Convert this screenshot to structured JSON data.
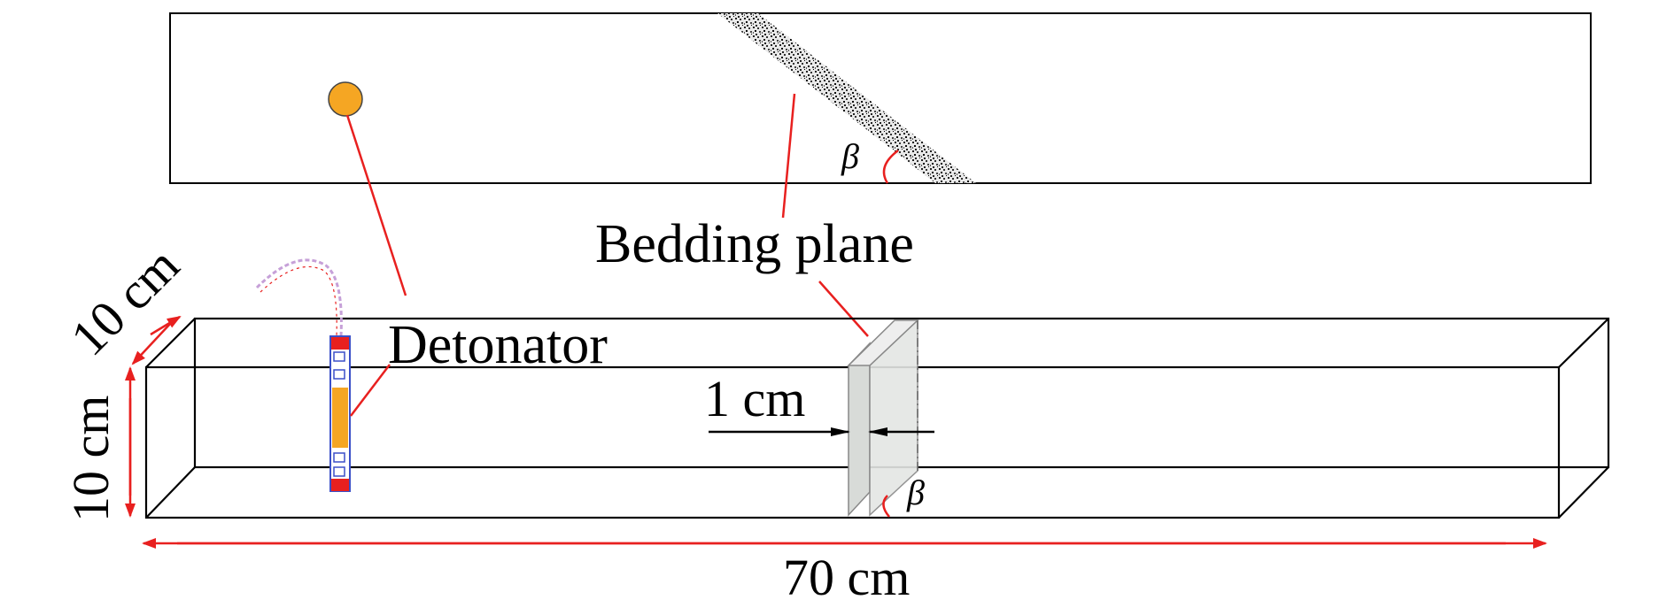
{
  "labels": {
    "bedding_plane": "Bedding plane",
    "detonator": "Detonator",
    "thickness": "1 cm",
    "angle_symbol": "β",
    "length": "70 cm",
    "height": "10 cm",
    "width": "10 cm"
  },
  "colors": {
    "leader": "#e8201f",
    "dimension_arrow": "#e8201f",
    "charge": "#f5a623",
    "charge_cap": "#e8201f",
    "charge_frame": "#3a4fc8",
    "outline": "#000000",
    "bedding_fill": "#d8dbd8"
  }
}
